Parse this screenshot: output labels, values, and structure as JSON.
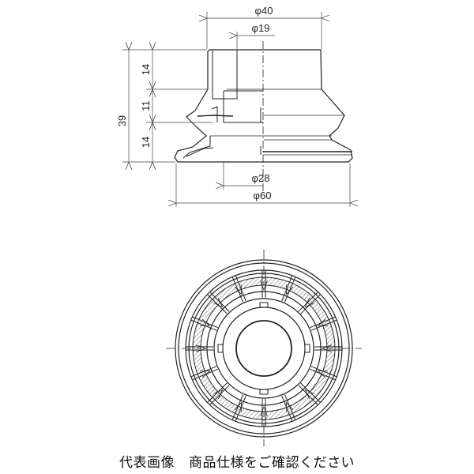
{
  "side_view": {
    "dims": {
      "outer_top_diameter": "φ40",
      "bore_diameter": "φ19",
      "height_upper": "14",
      "height_middle": "11",
      "height_lower": "14",
      "height_total": "39",
      "inner_bottom_diameter": "φ28",
      "outer_lip_diameter": "φ60"
    }
  },
  "bottom_view": {
    "rib_count": 16
  },
  "caption": {
    "part1": "代表画像",
    "part2": "商品仕様をご確認ください"
  },
  "colors": {
    "line": "#222222",
    "hatch": "#555555"
  }
}
